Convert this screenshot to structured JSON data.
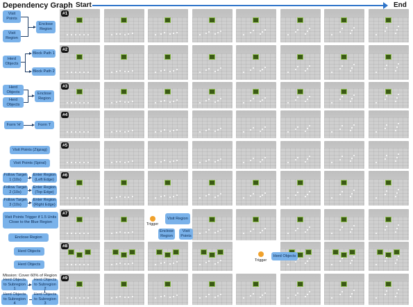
{
  "header": {
    "title": "Dependency Graph",
    "start": "Start",
    "end": "End"
  },
  "colors": {
    "node": "#7ab2ea",
    "edge": "#1f3d66",
    "timeline": "#2f74c9",
    "trigger": "#f0a12b",
    "region": "#3b5a15"
  },
  "rows": [
    {
      "id": "#1",
      "nodes": [
        "Visit Points",
        "Visit Region",
        "Enclose Region"
      ]
    },
    {
      "id": "#2",
      "nodes": [
        "Herd Objects",
        "Block Path 1",
        "Block Path 2"
      ]
    },
    {
      "id": "#3",
      "nodes": [
        "Herd Objects",
        "Herd Objects",
        "Enclose Region"
      ]
    },
    {
      "id": "#4",
      "nodes": [
        "Form 'H'",
        "Form 'I'"
      ]
    },
    {
      "id": "#5",
      "nodes": [
        "Visit Points (Zigzag)",
        "Visit Points (Spiral)"
      ]
    },
    {
      "id": "#6",
      "nodes": [
        "Follow Target 1 (10s)",
        "Enter Region (Left Edge)",
        "Follow Target 2 (10s)",
        "Enter Region (Top Edge)",
        "Follow Target 3 (10s)",
        "Enter Region (Right Edge)"
      ]
    },
    {
      "id": "#7",
      "nodes": [
        "Visit Points Trigger if 1.5 Units Close to the Blue Region",
        "Enclose Region",
        "Visit Region",
        "Enclose Region",
        "Visit Points"
      ],
      "trigger_label": "Trigger"
    },
    {
      "id": "#8",
      "nodes": [
        "Herd Objects",
        "Herd Objects",
        "Herd Objects"
      ],
      "trigger_label": "Trigger"
    },
    {
      "id": "#9",
      "mission": "Mission: Cover 60% of Region",
      "nodes": [
        "Herd Objects to Subregion 1",
        "Herd Objects to Subregion 2",
        "Herd Objects to Subregion 4",
        "Herd Objects to Subregion 3"
      ]
    }
  ]
}
